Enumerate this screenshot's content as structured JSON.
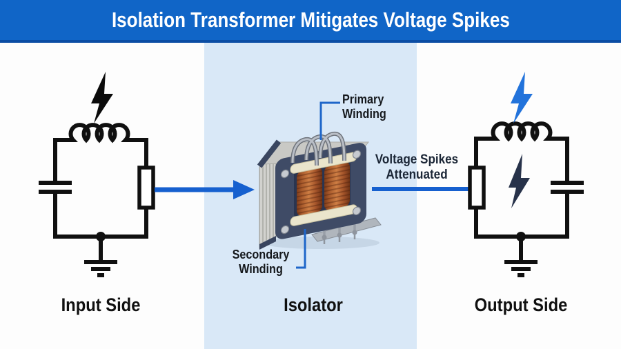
{
  "header": {
    "title": "Isolation Transformer Mitigates Voltage Spikes"
  },
  "sections": {
    "input": {
      "label": "Input Side"
    },
    "isolator": {
      "label": "Isolator",
      "primary_winding_label": "Primary\nWinding",
      "secondary_winding_label": "Secondary\nWinding"
    },
    "output": {
      "label": "Output Side",
      "note": "Voltage Spikes\nAttenuated"
    }
  },
  "diagram": {
    "flow": "input circuit -> isolation transformer -> output circuit",
    "input_components": [
      "surge lightning bolt",
      "inductor",
      "capacitor",
      "resistor",
      "ground"
    ],
    "output_components": [
      "attenuated surge bolts",
      "inductor",
      "resistor",
      "capacitor",
      "ground"
    ]
  },
  "colors": {
    "header_bg": "#1065C7",
    "header_edge": "#0B4DA4",
    "band": "#D9E8F7",
    "circuit": "#101010",
    "arrow": "#1660CF",
    "leader": "#1E66C9",
    "bolt_black": "#0B0B0B",
    "bolt_blue": "#2273DB",
    "bolt_dark": "#27324A",
    "note_text": "#1B2636",
    "transformer_frame": "#3F4B66",
    "copper": "#C97940",
    "bobbin": "#EAE5CC"
  }
}
